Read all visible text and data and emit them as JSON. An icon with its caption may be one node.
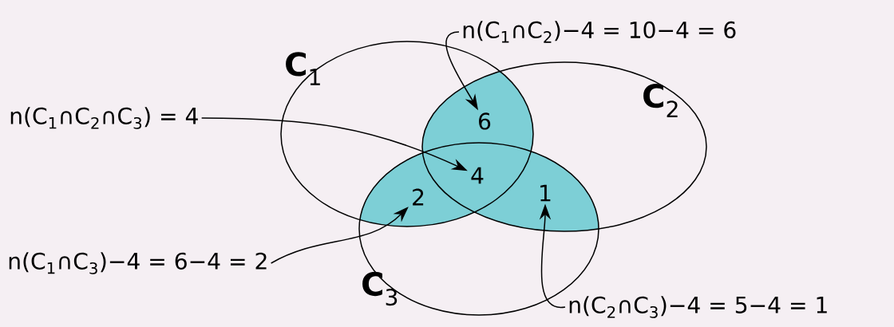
{
  "diagram": {
    "nodes": [
      {
        "text": [
          "n(C$_{1}$∩C$_{2}$)−4 = 10−4 = 6"
        ]
      },
      {
        "text": [
          "n(C$_{1}$∩C$_{2}$∩C$_{3}$) = 4"
        ]
      },
      {
        "text": [
          "6"
        ]
      },
      {
        "text": [
          "4"
        ]
      },
      {
        "text": [
          "2"
        ]
      },
      {
        "text": [
          "1"
        ]
      },
      {
        "text": [
          "n(C$_{1}$∩C$_{3}$)−4 = 6−4 = 2"
        ]
      },
      {
        "text": [
          "n(C$_{2}$∩C$_{3}$)−4 = 5−4 = 1"
        ]
      }
    ],
    "edges": [
      {
        "from": 0,
        "to": 2,
        "arrow": "to"
      },
      {
        "from": 1,
        "to": 3,
        "arrow": "to"
      },
      {
        "from": 6,
        "to": 4,
        "arrow": "to"
      },
      {
        "from": 7,
        "to": 5,
        "arrow": "to"
      }
    ],
    "labels": [
      "**C**$_{1}$",
      "**C**$_{2}$",
      "**C**$_{3}$"
    ]
  }
}
